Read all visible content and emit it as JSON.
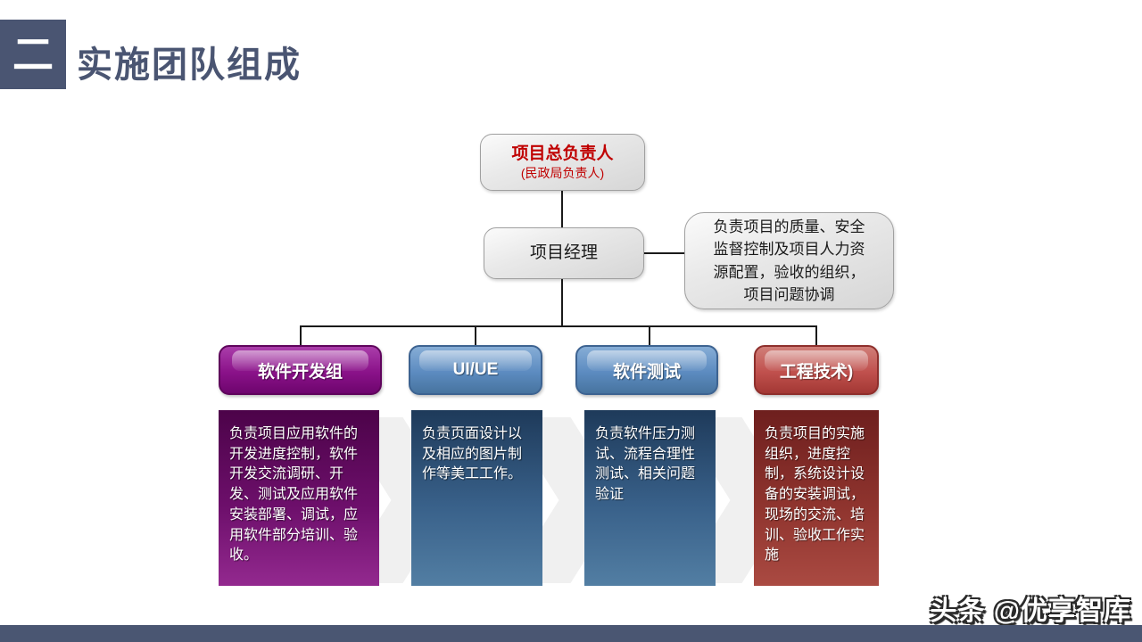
{
  "slide": {
    "section_number": "二",
    "title": "实施团队组成",
    "watermark": "头条 @优享智库",
    "colors": {
      "accent_slate": "#4a5572",
      "root_text_red": "#c00000",
      "gray_box": "#e0e0e0",
      "connector": "#1a1a1a",
      "bottom_bar": "#4a5672"
    }
  },
  "org_chart": {
    "root": {
      "title": "项目总负责人",
      "subtitle": "(民政局负责人)"
    },
    "manager": {
      "title": "项目经理"
    },
    "callout": {
      "lines": [
        "负责项目的质量、安全",
        "监督控制及项目人力资",
        "源配置，验收的组织，",
        "项目问题协调"
      ]
    },
    "teams": [
      {
        "name": "软件开发组",
        "color": "#8a1289",
        "description": "负责项目应用软件的开发进度控制，软件开发交流调研、开发、测试及应用软件安装部署、调试，应用软件部分培训、验收。"
      },
      {
        "name": "UI/UE",
        "color": "#5c8bc0",
        "description": "负责页面设计以及相应的图片制作等美工工作。"
      },
      {
        "name": "软件测试",
        "color": "#5c8bc0",
        "description": "负责软件压力测试、流程合理性测试、相关问题验证"
      },
      {
        "name": "工程技术)",
        "color": "#c0504d",
        "description": "负责项目的实施组织，进度控制，系统设计设备的安装调试，现场的交流、培训、验收工作实施"
      }
    ]
  }
}
